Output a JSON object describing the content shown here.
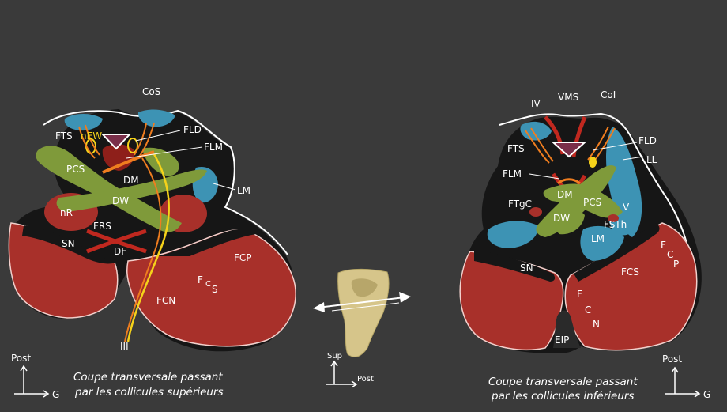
{
  "colors": {
    "background": "#3a3a3a",
    "peduncle_red": "#a8302a",
    "tract_green": "#7f9a3a",
    "nucleus_blue": "#3d93b4",
    "dark_outline": "#161616",
    "nerve_yellow": "#f5d21a",
    "nerve_orange": "#ef7d1f"
  },
  "left_section": {
    "labels": {
      "cos": "CoS",
      "fts": "FTS",
      "new": "nEW",
      "fld": "FLD",
      "flm": "FLM",
      "pcs": "PCS",
      "dm": "DM",
      "lm": "LM",
      "dw": "DW",
      "nr": "nR",
      "frs": "FRS",
      "sn": "SN",
      "df": "DF",
      "fcp": "FCP",
      "fcs_f": "F",
      "fcs_c": "C",
      "fcs_s": "S",
      "fcn": "FCN",
      "iii": "III"
    },
    "caption_line1": "Coupe transversale passant",
    "caption_line2": "par les collicules supérieurs",
    "axis_post": "Post",
    "axis_g": "G"
  },
  "right_section": {
    "labels": {
      "iv": "IV",
      "vms": "VMS",
      "col": "CoI",
      "fts": "FTS",
      "fld": "FLD",
      "ll": "LL",
      "flm": "FLM",
      "dm": "DM",
      "pcs": "PCS",
      "ftgc": "FTgC",
      "dw": "DW",
      "v": "V",
      "fsth": "FSTh",
      "lm": "LM",
      "sn": "SN",
      "fcp_f": "F",
      "fcp_c": "C",
      "fcp_p": "P",
      "fcs": "FCS",
      "fcn_f": "F",
      "fcn_c": "C",
      "fcn_n": "N",
      "eip": "EIP"
    },
    "caption_line1": "Coupe transversale passant",
    "caption_line2": "par les collicules inférieurs",
    "axis_post": "Post",
    "axis_g": "G"
  },
  "specimen": {
    "axis_sup": "Sup",
    "axis_post": "Post"
  }
}
